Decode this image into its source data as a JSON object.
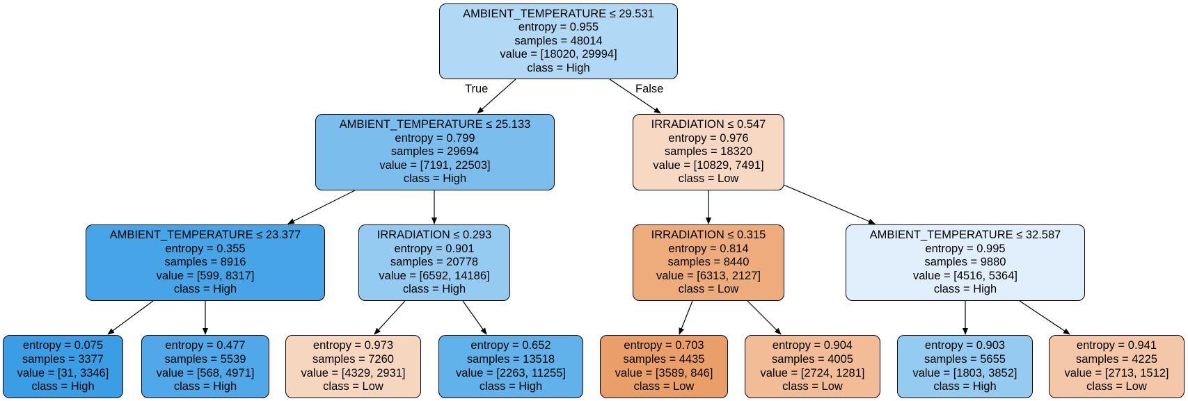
{
  "nodes": {
    "root": {
      "split": "AMBIENT_TEMPERATURE ≤ 29.531",
      "entropy": "entropy = 0.955",
      "samples": "samples = 48014",
      "value": "value = [18020, 29994]",
      "class": "class = High",
      "color": "#b1d8f5"
    },
    "n1": {
      "split": "AMBIENT_TEMPERATURE ≤ 25.133",
      "entropy": "entropy = 0.799",
      "samples": "samples = 29694",
      "value": "value = [7191, 22503]",
      "class": "class = High",
      "color": "#7bbeee"
    },
    "n2": {
      "split": "AMBIENT_TEMPERATURE ≤ 23.377",
      "entropy": "entropy = 0.355",
      "samples": "samples = 8916",
      "value": "value = [599, 8317]",
      "class": "class = High",
      "color": "#47a4e7"
    },
    "n3": {
      "split": "IRRADIATION ≤ 0.293",
      "entropy": "entropy = 0.901",
      "samples": "samples = 20778",
      "value": "value = [6592, 14186]",
      "class": "class = High",
      "color": "#95cbf1"
    },
    "n4": {
      "split": "IRRADIATION ≤ 0.547",
      "entropy": "entropy = 0.976",
      "samples": "samples = 18320",
      "value": "value = [10829, 7491]",
      "class": "class = Low",
      "color": "#f7d8c2"
    },
    "n5": {
      "split": "IRRADIATION ≤ 0.315",
      "entropy": "entropy = 0.814",
      "samples": "samples = 8440",
      "value": "value = [6313, 2127]",
      "class": "class = Low",
      "color": "#eeab7c"
    },
    "n6": {
      "split": "AMBIENT_TEMPERATURE ≤ 32.587",
      "entropy": "entropy = 0.995",
      "samples": "samples = 9880",
      "value": "value = [4516, 5364]",
      "class": "class = High",
      "color": "#e0effb"
    },
    "l0": {
      "entropy": "entropy = 0.075",
      "samples": "samples = 3377",
      "value": "value = [31, 3346]",
      "class": "class = High",
      "color": "#3b9ee5"
    },
    "l1": {
      "entropy": "entropy = 0.477",
      "samples": "samples = 5539",
      "value": "value = [568, 4971]",
      "class": "class = High",
      "color": "#50a8e8"
    },
    "l2": {
      "entropy": "entropy = 0.973",
      "samples": "samples = 7260",
      "value": "value = [4329, 2931]",
      "class": "class = Low",
      "color": "#f7d6bf"
    },
    "l3": {
      "entropy": "entropy = 0.652",
      "samples": "samples = 13518",
      "value": "value = [2263, 11255]",
      "class": "class = High",
      "color": "#61b1ea"
    },
    "l4": {
      "entropy": "entropy = 0.703",
      "samples": "samples = 4435",
      "value": "value = [3589, 846]",
      "class": "class = Low",
      "color": "#eb9f68"
    },
    "l5": {
      "entropy": "entropy = 0.904",
      "samples": "samples = 4005",
      "value": "value = [2724, 1281]",
      "class": "class = Low",
      "color": "#f1bc96"
    },
    "l6": {
      "entropy": "entropy = 0.903",
      "samples": "samples = 5655",
      "value": "value = [1803, 3852]",
      "class": "class = High",
      "color": "#96cbf1"
    },
    "l7": {
      "entropy": "entropy = 0.941",
      "samples": "samples = 4225",
      "value": "value = [2713, 1512]",
      "class": "class = Low",
      "color": "#f3c7a7"
    }
  },
  "edge_labels": {
    "true": "True",
    "false": "False"
  }
}
